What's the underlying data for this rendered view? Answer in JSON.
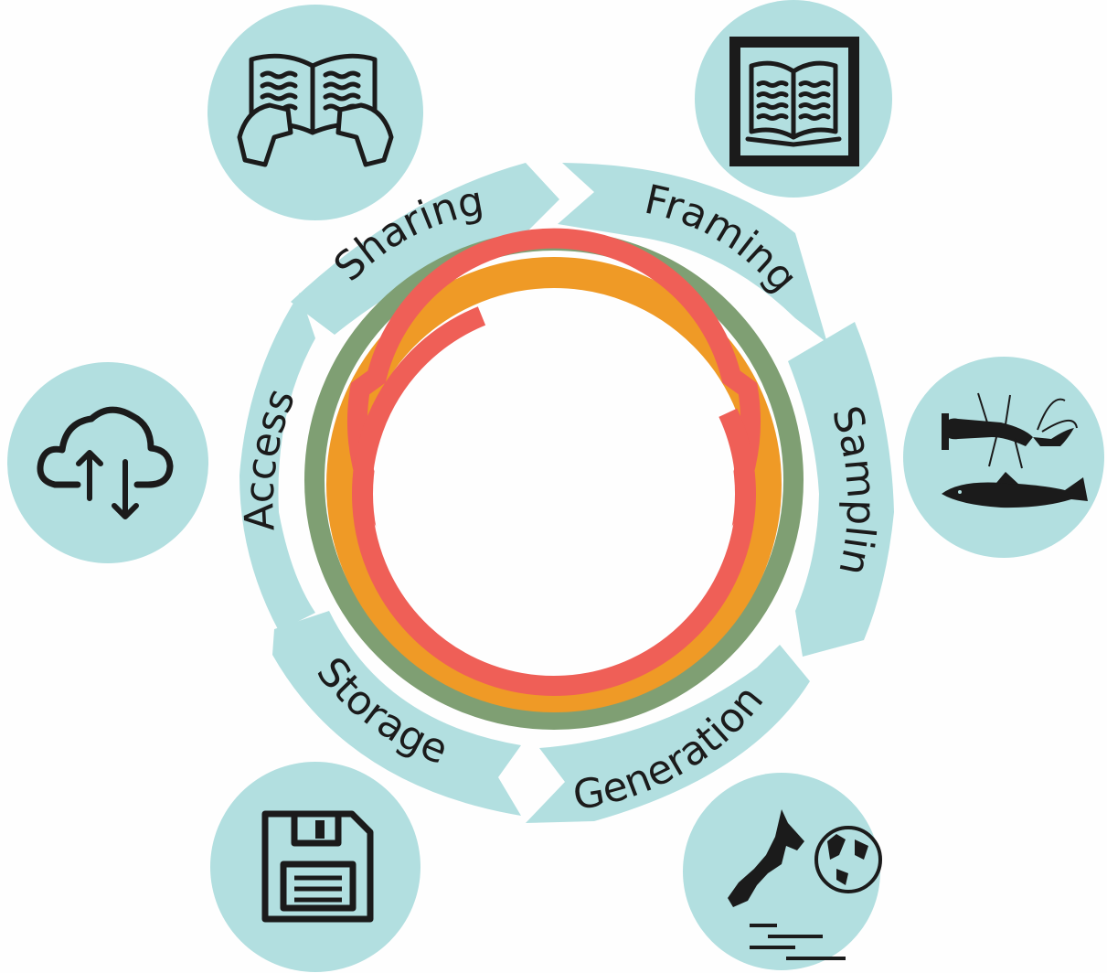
{
  "stages": [
    {
      "id": "sharing",
      "label": "Sharing",
      "icon": "open-book-hands-icon"
    },
    {
      "id": "framing",
      "label": "Framing",
      "icon": "framed-book-icon"
    },
    {
      "id": "sampling",
      "label": "Sampling",
      "icon": "crayfish-and-fish-icon"
    },
    {
      "id": "generation",
      "label": "Generation",
      "icon": "map-and-globe-icon"
    },
    {
      "id": "storage",
      "label": "Storage",
      "icon": "floppy-disk-icon"
    },
    {
      "id": "access",
      "label": "Access",
      "icon": "cloud-sync-icon"
    }
  ],
  "colors": {
    "teal": "#b2dfe0",
    "green": "#7f9f73",
    "orange": "#ef9a26",
    "red": "#ef5f57",
    "ink": "#1b1b1b"
  }
}
